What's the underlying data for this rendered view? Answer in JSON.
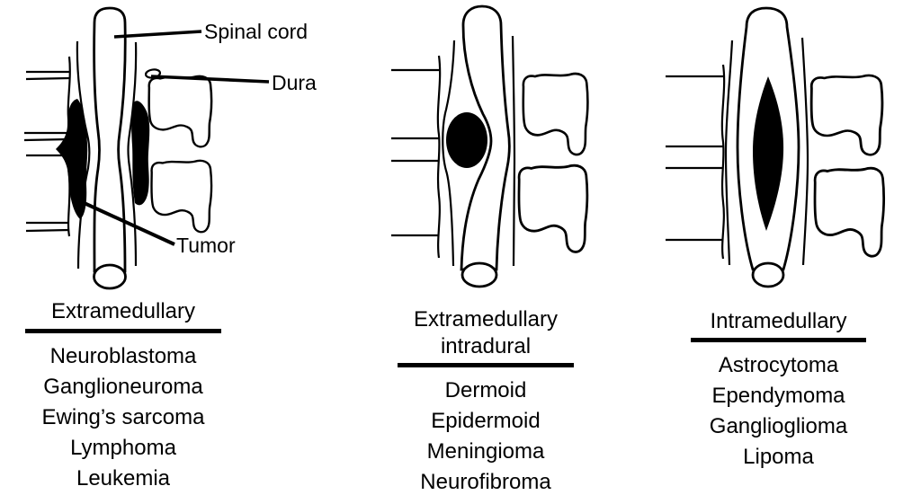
{
  "colors": {
    "ink": "#000000",
    "paper": "#ffffff"
  },
  "annotations": {
    "spinal_cord": "Spinal cord",
    "dura": "Dura",
    "tumor": "Tumor"
  },
  "panels": [
    {
      "id": "extramedullary",
      "title_lines": [
        "Extramedullary"
      ],
      "items": [
        "Neuroblastoma",
        "Ganglioneuroma",
        "Ewing’s sarcoma",
        "Lymphoma",
        "Leukemia"
      ]
    },
    {
      "id": "extramedullary-intradural",
      "title_lines": [
        "Extramedullary",
        "intradural"
      ],
      "items": [
        "Dermoid",
        "Epidermoid",
        "Meningioma",
        "Neurofibroma"
      ]
    },
    {
      "id": "intramedullary",
      "title_lines": [
        "Intramedullary"
      ],
      "items": [
        "Astrocytoma",
        "Ependymoma",
        "Ganglioglioma",
        "Lipoma"
      ]
    }
  ]
}
